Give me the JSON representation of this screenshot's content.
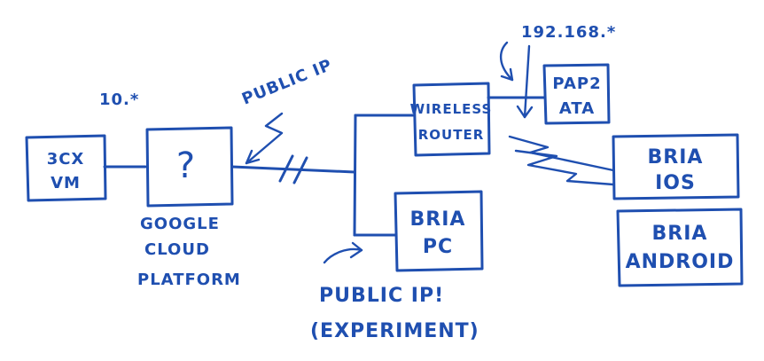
{
  "nodes": {
    "vm_3cx": {
      "line1": "3CX",
      "line2": "VM"
    },
    "gcp": {
      "symbol": "?",
      "caption_line1": "GOOGLE",
      "caption_line2": "CLOUD",
      "caption_line3": "PLATFORM",
      "subnet_label": "10.*"
    },
    "router": {
      "line1": "WIRELESS",
      "line2": "ROUTER"
    },
    "pap2": {
      "line1": "PAP2",
      "line2": "ATA"
    },
    "bria_pc": {
      "line1": "BRIA",
      "line2": "PC"
    },
    "bria_ios": {
      "line1": "BRIA",
      "line2": "IOS"
    },
    "bria_android": {
      "line1": "BRIA",
      "line2": "ANDROID"
    }
  },
  "labels": {
    "public_ip": "PUBLIC IP",
    "lan_subnet": "192.168.*",
    "public_ip_experiment_line1": "PUBLIC IP!",
    "public_ip_experiment_line2": "(EXPERIMENT)"
  },
  "colors": {
    "ink": "#1f4fb0",
    "background": "#ffffff"
  }
}
